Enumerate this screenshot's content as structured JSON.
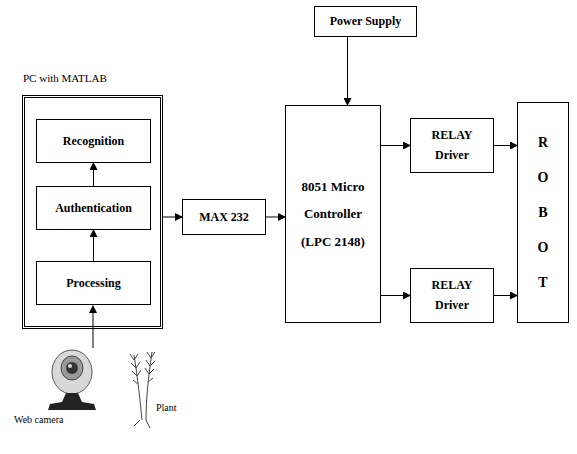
{
  "diagram": {
    "nodes": [
      {
        "text": [
          "PC with MATLAB"
        ]
      },
      {
        "text": [
          "Recognition"
        ],
        "in": 0
      },
      {
        "text": [
          "Authentication"
        ],
        "in": 0
      },
      {
        "text": [
          "Processing"
        ],
        "in": 0
      },
      {
        "text": [
          "MAX 232"
        ]
      },
      {
        "text": [
          "Power Supply"
        ]
      },
      {
        "text": [
          "8051 Micro Controller (LPC 2148)"
        ]
      },
      {
        "text": [
          "RELAY Driver"
        ]
      },
      {
        "text": [
          "RELAY Driver"
        ]
      },
      {
        "text": [
          "R O B O T"
        ]
      }
    ],
    "edges": [
      {
        "from": 3,
        "to": 2,
        "arrow": "to"
      },
      {
        "from": 2,
        "to": 1,
        "arrow": "to"
      },
      {
        "from": 0,
        "to": 4,
        "arrow": "to"
      },
      {
        "from": 4,
        "to": 6,
        "arrow": "to"
      },
      {
        "from": 5,
        "to": 6,
        "arrow": "to"
      },
      {
        "from": 6,
        "to": 7,
        "arrow": "to"
      },
      {
        "from": 6,
        "to": 8,
        "arrow": "to"
      },
      {
        "from": 7,
        "to": 9,
        "arrow": "to"
      },
      {
        "from": 8,
        "to": 9,
        "arrow": "to"
      }
    ],
    "labels": [
      "Web camera",
      "Plant"
    ]
  }
}
